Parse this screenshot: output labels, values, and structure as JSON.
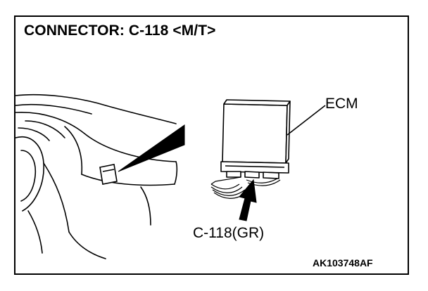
{
  "title": "CONNECTOR: C-118 <M/T>",
  "labels": {
    "ecm": "ECM",
    "connector": "C-118(GR)"
  },
  "figure_code": "AK103748AF",
  "colors": {
    "ink": "#000000",
    "paper": "#ffffff"
  },
  "icons": [
    "dashboard-outline-icon",
    "connector-location-icon",
    "ecm-unit-icon",
    "pointer-arrow-icon"
  ]
}
